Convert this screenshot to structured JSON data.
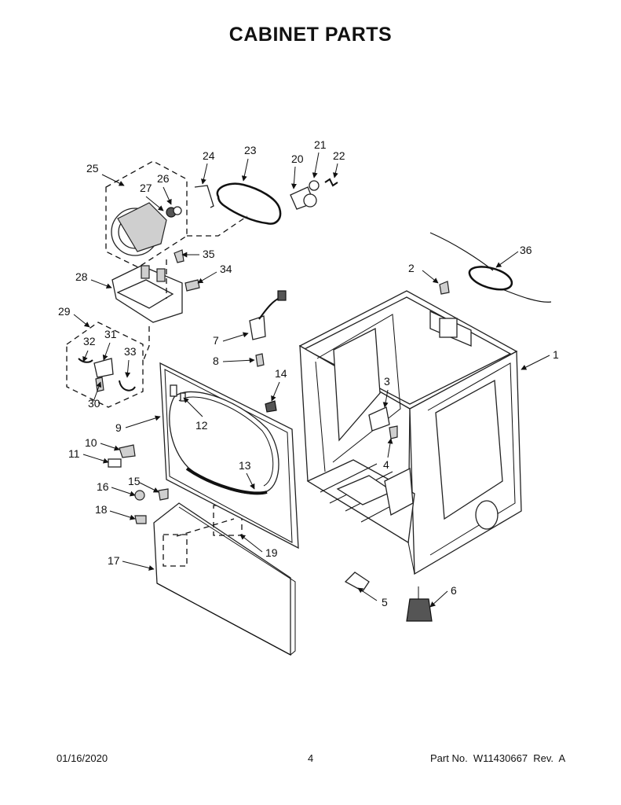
{
  "page": {
    "title": "CABINET PARTS",
    "date": "01/16/2020",
    "page_number": "4",
    "part_number": "Part No.  W11430667  Rev.  A"
  },
  "callouts": {
    "c1": "1",
    "c2": "2",
    "c3": "3",
    "c4": "4",
    "c5": "5",
    "c6": "6",
    "c7": "7",
    "c8": "8",
    "c9": "9",
    "c10": "10",
    "c11": "11",
    "c12": "12",
    "c13": "13",
    "c14": "14",
    "c15": "15",
    "c16": "16",
    "c17": "17",
    "c18": "18",
    "c19": "19",
    "c20": "20",
    "c21": "21",
    "c22": "22",
    "c23": "23",
    "c24": "24",
    "c25": "25",
    "c26": "26",
    "c27": "27",
    "c28": "28",
    "c29": "29",
    "c30": "30",
    "c31": "31",
    "c32": "32",
    "c33": "33",
    "c34": "34",
    "c35": "35",
    "c36": "36"
  }
}
